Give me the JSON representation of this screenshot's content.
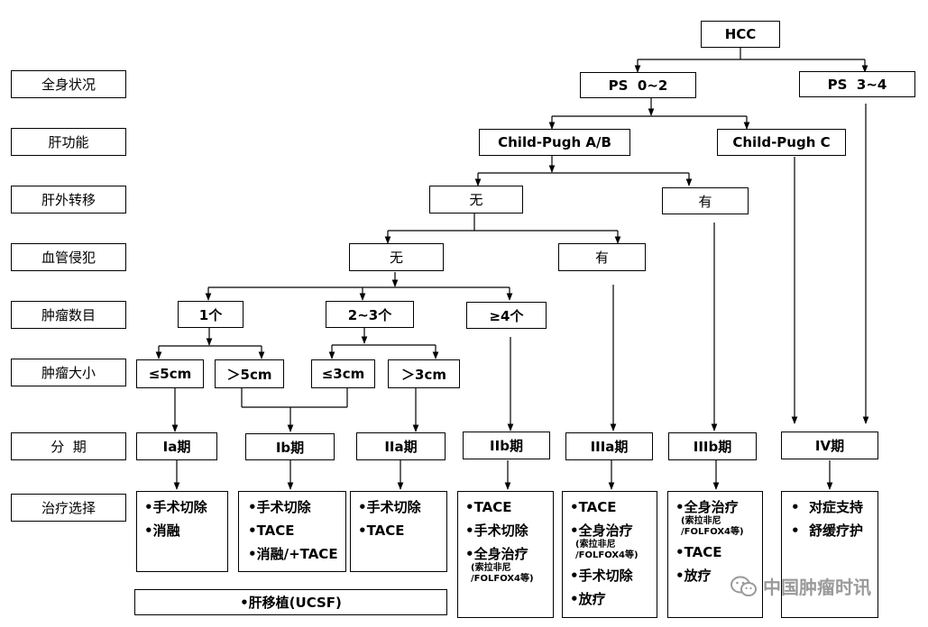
{
  "rows": [
    "全身状况",
    "肝功能",
    "肝外转移",
    "血管侵犯",
    "肿瘤数目",
    "肿瘤大小",
    "分  期",
    "治疗选择"
  ],
  "nodes": {
    "hcc": "HCC",
    "ps02": "PS  0~2",
    "ps34": "PS  3~4",
    "cpab": "Child-Pugh A/B",
    "cpc": "Child-Pugh C",
    "meta_no": "无",
    "meta_yes": "有",
    "vasc_no": "无",
    "vasc_yes": "有",
    "n1": "1个",
    "n23": "2~3个",
    "n4": "≥4个",
    "s_le5": "≤5cm",
    "s_gt5": "＞5cm",
    "s_le3": "≤3cm",
    "s_gt3": "＞3cm"
  },
  "stages": [
    "Ia期",
    "Ib期",
    "IIa期",
    "IIb期",
    "IIIa期",
    "IIIb期",
    "IV期"
  ],
  "treatments": {
    "ia": [
      "•手术切除",
      "•消融"
    ],
    "ib": [
      "•手术切除",
      "•TACE",
      "•消融/+TACE"
    ],
    "iia": [
      "•手术切除",
      "•TACE"
    ],
    "iib": {
      "items": [
        "•TACE",
        "•手术切除",
        "•全身治疗"
      ],
      "note": [
        "(索拉非尼",
        "/FOLFOX4等)"
      ]
    },
    "iiia": {
      "items": [
        "•TACE",
        "•全身治疗"
      ],
      "note": [
        "(索拉非尼",
        "/FOLFOX4等)"
      ],
      "items2": [
        "•手术切除",
        "•放疗"
      ]
    },
    "iiib": {
      "items": [
        "•全身治疗"
      ],
      "note": [
        "(索拉非尼",
        "/FOLFOX4等)"
      ],
      "items2": [
        "•TACE",
        "•放疗"
      ]
    },
    "iv": [
      "•  对症支持",
      "•  舒缓疗护"
    ]
  },
  "transplant": "•肝移植(UCSF)",
  "watermark": "中国肿瘤时讯",
  "watermark_icon": "wechat-icon"
}
